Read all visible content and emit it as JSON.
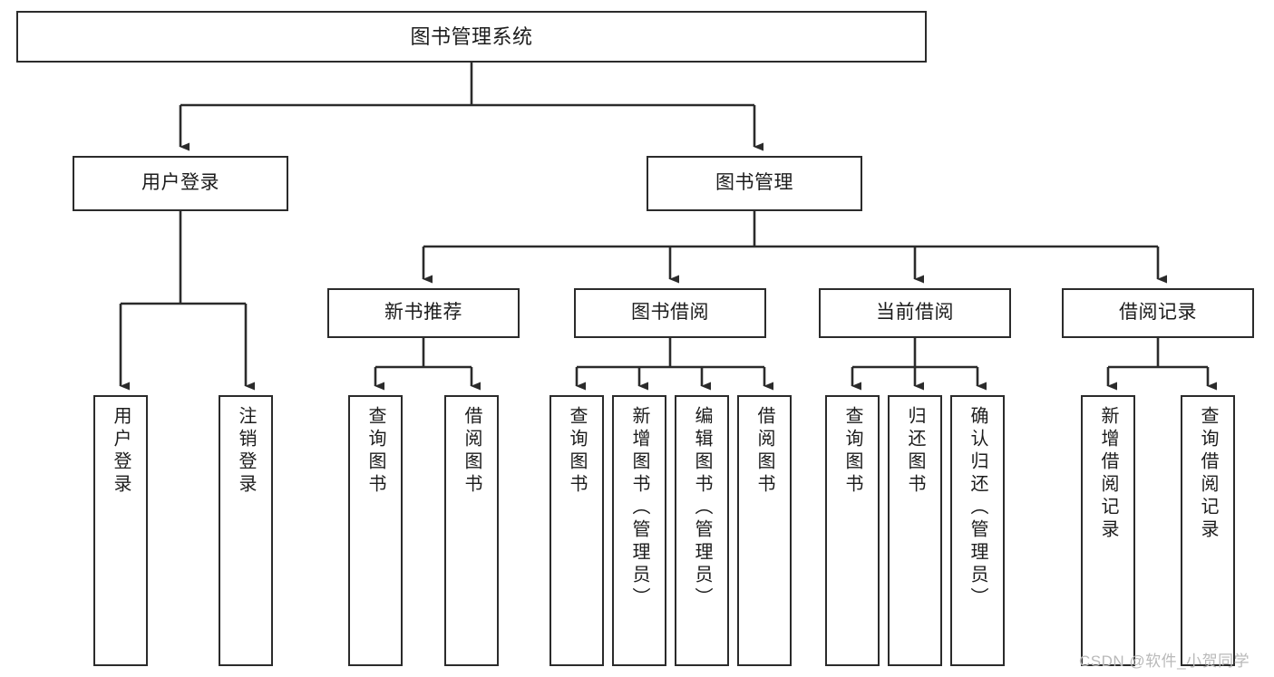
{
  "diagram": {
    "title": "图书管理系统",
    "type": "功能结构图",
    "colors": {
      "node_border": "#2b2b2b",
      "node_fill": "#ffffff",
      "edge": "#2b2b2b",
      "text": "#1c1c1c",
      "watermark": "#b9b9b9",
      "background": "#ffffff"
    },
    "root": {
      "label": "图书管理系统"
    },
    "level2": [
      {
        "label": "用户登录"
      },
      {
        "label": "图书管理"
      }
    ],
    "level3": [
      {
        "label": "新书推荐"
      },
      {
        "label": "图书借阅"
      },
      {
        "label": "当前借阅"
      },
      {
        "label": "借阅记录"
      }
    ],
    "leaves": {
      "user_login": [
        {
          "label": "用户登录"
        },
        {
          "label": "注销登录"
        }
      ],
      "new_book_recommend": [
        {
          "label": "查询图书"
        },
        {
          "label": "借阅图书"
        }
      ],
      "book_borrow": [
        {
          "label": "查询图书"
        },
        {
          "label": "新增图书（管理员）"
        },
        {
          "label": "编辑图书（管理员）"
        },
        {
          "label": "借阅图书"
        }
      ],
      "current_borrow": [
        {
          "label": "查询图书"
        },
        {
          "label": "归还图书"
        },
        {
          "label": "确认归还（管理员）"
        }
      ],
      "borrow_record": [
        {
          "label": "新增借阅记录"
        },
        {
          "label": "查询借阅记录"
        }
      ]
    },
    "watermark": "CSDN @软件_小贺同学"
  }
}
